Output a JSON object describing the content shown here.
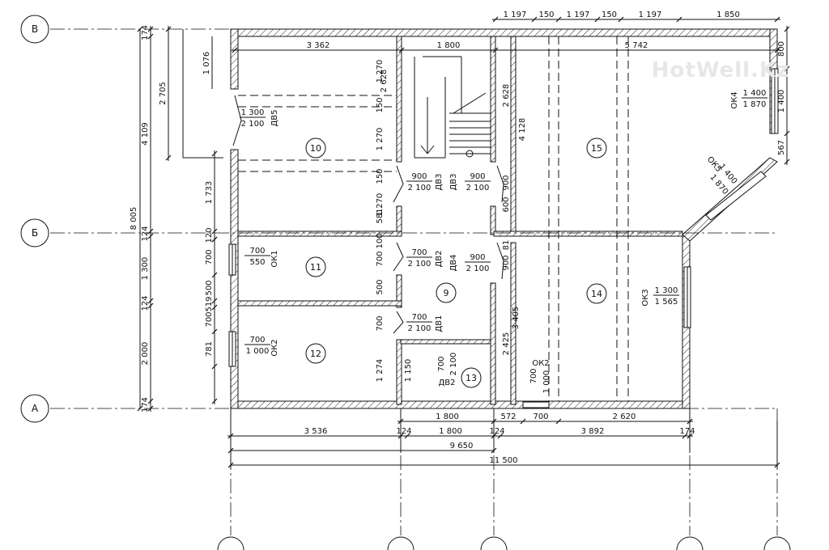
{
  "watermark": "HotWell.Kz",
  "axes": {
    "rows": [
      "В",
      "Б",
      "А"
    ],
    "cols": [
      "",
      "",
      "",
      "",
      ""
    ]
  },
  "rooms": [
    "10",
    "11",
    "12",
    "9",
    "13",
    "14",
    "15"
  ],
  "top_dims": [
    "1 197",
    "150",
    "1 197",
    "150",
    "1 197",
    "1 850"
  ],
  "inner_top_dims": [
    "3 362",
    "1 800",
    "5 742"
  ],
  "left_dims": [
    "174",
    "4 109",
    "124",
    "1 300",
    "124",
    "2 000",
    "174"
  ],
  "left_total": "8 005",
  "left_inner_dims": [
    "2 705",
    "1 076",
    "1 733",
    "120",
    "700",
    "500",
    "519",
    "700",
    "781"
  ],
  "right_dims": [
    "800",
    "1 400",
    "567"
  ],
  "bottom_row1": [
    "1 800",
    "572",
    "700",
    "2 620"
  ],
  "bottom_row2": [
    "3 536",
    "124",
    "1 800",
    "124",
    "3 892",
    "174"
  ],
  "bottom_total1": "9 650",
  "bottom_total2": "11 500",
  "interior_dims": [
    "1 270",
    "150",
    "1 270",
    "150",
    "1 270",
    "2 628",
    "2 628",
    "4 128",
    "900",
    "600",
    "581",
    "100",
    "700",
    "500",
    "700",
    "1 274",
    "1 150",
    "3 405",
    "2 425",
    "81",
    "900"
  ],
  "openings": [
    {
      "id": "door-dv5",
      "code": "ДВ5",
      "w": "1 300",
      "h": "2 100"
    },
    {
      "id": "door-dv3a",
      "code": "ДВ3",
      "w": "900",
      "h": "2 100"
    },
    {
      "id": "door-dv3b",
      "code": "ДВ3",
      "w": "900",
      "h": "2 100"
    },
    {
      "id": "door-dv2a",
      "code": "ДВ2",
      "w": "700",
      "h": "2 100"
    },
    {
      "id": "door-dv4",
      "code": "ДВ4",
      "w": "900",
      "h": "2 100"
    },
    {
      "id": "door-dv1",
      "code": "ДВ1",
      "w": "700",
      "h": "2 100"
    },
    {
      "id": "door-dv2b",
      "code": "ДВ2",
      "w": "700",
      "h": "2 100"
    },
    {
      "id": "window-ok1",
      "code": "ОК1",
      "w": "700",
      "h": "550"
    },
    {
      "id": "window-ok2a",
      "code": "ОК2",
      "w": "700",
      "h": "1 000"
    },
    {
      "id": "window-ok2b",
      "code": "ОК2",
      "w": "700",
      "h": "1 000"
    },
    {
      "id": "window-ok3",
      "code": "ОК3",
      "w": "1 300",
      "h": "1 565"
    },
    {
      "id": "window-ok4",
      "code": "ОК4",
      "w": "1 400",
      "h": "1 870"
    },
    {
      "id": "window-ok5",
      "code": "ОК5",
      "w": "1 400",
      "h": "1 870"
    }
  ]
}
